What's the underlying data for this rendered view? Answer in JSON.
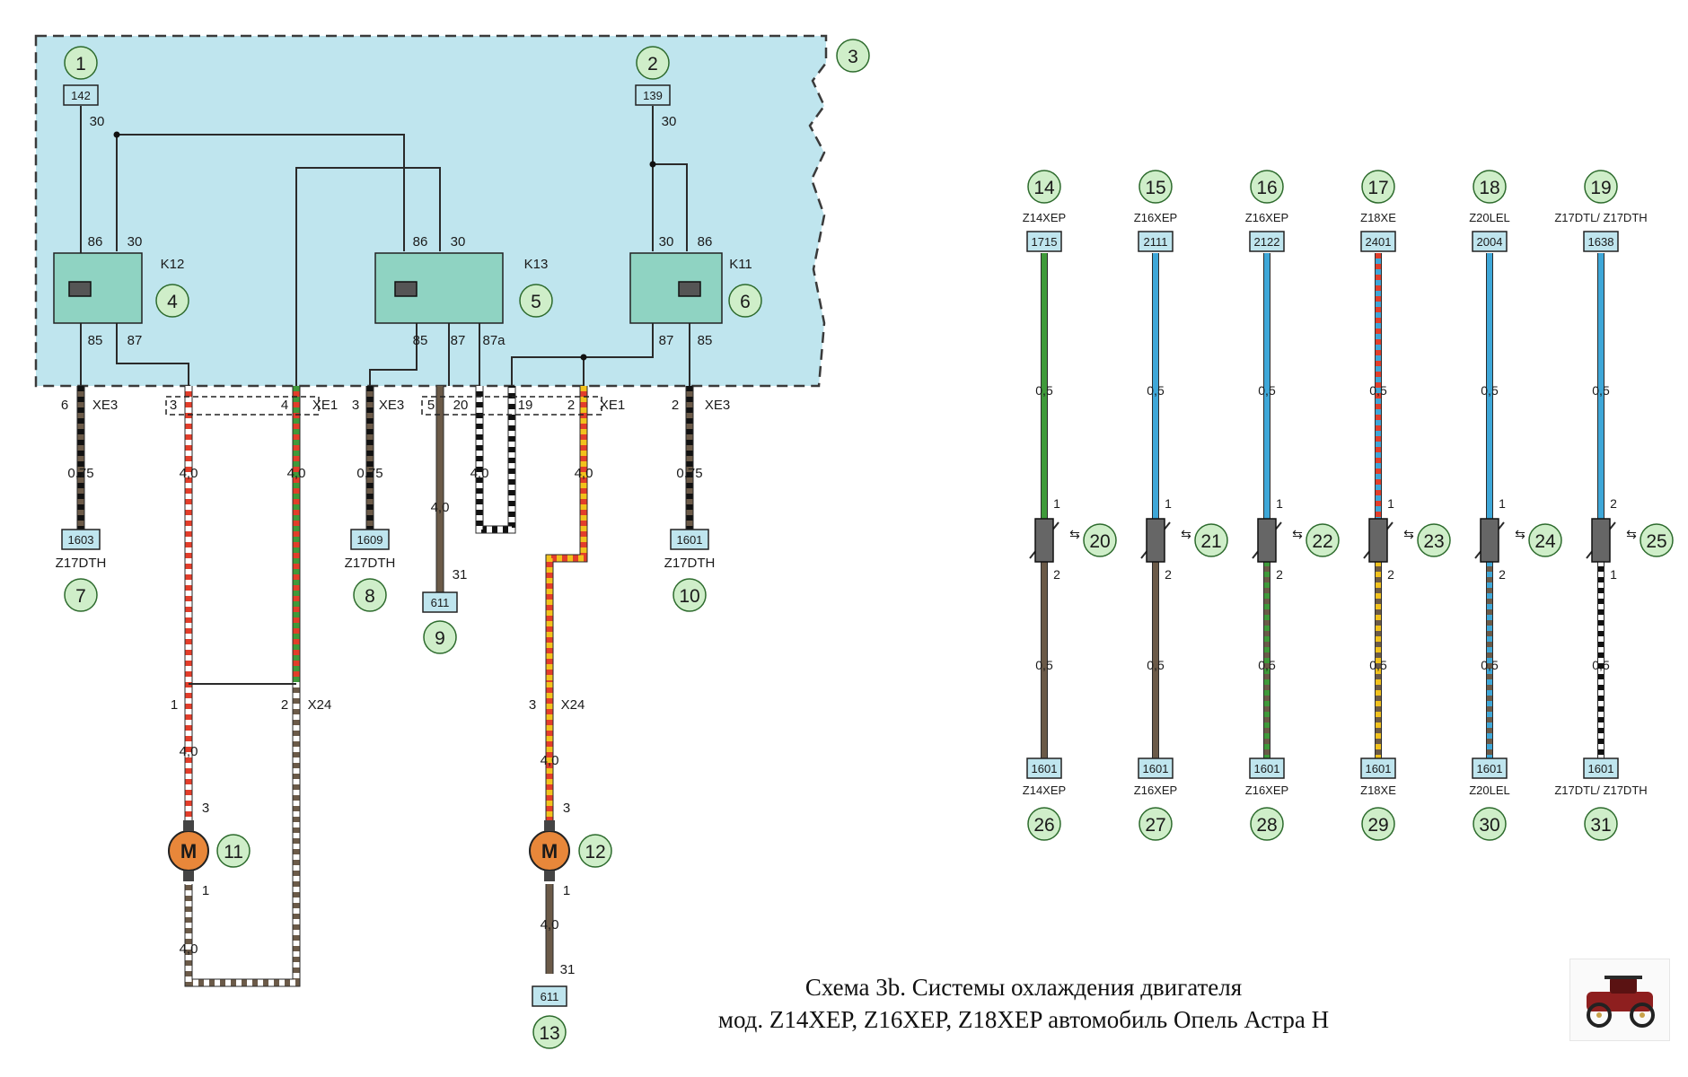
{
  "colors": {
    "panel": "#bfe5ee",
    "panel_border": "#3a3a3a",
    "callout_fill": "#cfeec9",
    "callout_stroke": "#2d6b2d",
    "box_fill": "#bfe5ee",
    "relay_fill": "#8fd3c2",
    "motor_fill": "#e8873a",
    "wire_brown": "#6b5a48",
    "wire_red": "#e33d2a",
    "wire_green": "#3f9a3a",
    "wire_blue": "#3ea7d8",
    "wire_yellow": "#f2c21c",
    "wire_black": "#111111"
  },
  "callouts": [
    {
      "label": "1"
    },
    {
      "label": "2"
    },
    {
      "label": "3"
    },
    {
      "label": "4"
    },
    {
      "label": "5"
    },
    {
      "label": "6"
    },
    {
      "label": "7"
    },
    {
      "label": "8"
    },
    {
      "label": "9"
    },
    {
      "label": "10"
    },
    {
      "label": "11"
    },
    {
      "label": "12"
    },
    {
      "label": "13"
    },
    {
      "label": "14"
    },
    {
      "label": "15"
    },
    {
      "label": "16"
    },
    {
      "label": "17"
    },
    {
      "label": "18"
    },
    {
      "label": "19"
    },
    {
      "label": "20"
    },
    {
      "label": "21"
    },
    {
      "label": "22"
    },
    {
      "label": "23"
    },
    {
      "label": "24"
    },
    {
      "label": "25"
    },
    {
      "label": "26"
    },
    {
      "label": "27"
    },
    {
      "label": "28"
    },
    {
      "label": "29"
    },
    {
      "label": "30"
    },
    {
      "label": "31"
    }
  ],
  "relays": [
    {
      "name": "K12",
      "pins": [
        "86",
        "30",
        "85",
        "87"
      ]
    },
    {
      "name": "K13",
      "pins": [
        "86",
        "30",
        "85",
        "87",
        "87a"
      ]
    },
    {
      "name": "K11",
      "pins": [
        "30",
        "86",
        "87",
        "85"
      ]
    }
  ],
  "boxes": [
    {
      "code": "142"
    },
    {
      "code": "139"
    },
    {
      "code": "1603"
    },
    {
      "code": "1609"
    },
    {
      "code": "611"
    },
    {
      "code": "1601"
    },
    {
      "code": "611"
    }
  ],
  "labels": [
    {
      "text": "30"
    },
    {
      "text": "30"
    },
    {
      "text": "6"
    },
    {
      "text": "XE3"
    },
    {
      "text": "3"
    },
    {
      "text": "4"
    },
    {
      "text": "XE1"
    },
    {
      "text": "3"
    },
    {
      "text": "XE3"
    },
    {
      "text": "5"
    },
    {
      "text": "20"
    },
    {
      "text": "19"
    },
    {
      "text": "2"
    },
    {
      "text": "XE1"
    },
    {
      "text": "2"
    },
    {
      "text": "XE3"
    },
    {
      "text": "0,75"
    },
    {
      "text": "4,0"
    },
    {
      "text": "4,0"
    },
    {
      "text": "0,75"
    },
    {
      "text": "4,0"
    },
    {
      "text": "4,0"
    },
    {
      "text": "4,0"
    },
    {
      "text": "0,75"
    },
    {
      "text": "31"
    },
    {
      "text": "Z17DTH"
    },
    {
      "text": "Z17DTH"
    },
    {
      "text": "Z17DTH"
    },
    {
      "text": "1"
    },
    {
      "text": "2"
    },
    {
      "text": "X24"
    },
    {
      "text": "3"
    },
    {
      "text": "X24"
    },
    {
      "text": "4,0"
    },
    {
      "text": "4,0"
    },
    {
      "text": "3"
    },
    {
      "text": "3"
    },
    {
      "text": "1"
    },
    {
      "text": "1"
    },
    {
      "text": "4,0"
    },
    {
      "text": "4,0"
    },
    {
      "text": "31"
    }
  ],
  "motors": [
    {
      "symbol": "M"
    },
    {
      "symbol": "M"
    }
  ],
  "sensors": [
    {
      "engine": "Z14XEP",
      "top_box": "1715",
      "bottom_box": "1601",
      "bottom_engine": "Z14XEP",
      "gauge_top": "0,5",
      "gauge_bottom": "0,5",
      "pin_top": "1",
      "pin_bottom": "2",
      "wire_top": [
        "#3f9a3a",
        "#3f9a3a"
      ],
      "wire_bottom": [
        "#6b5a48",
        "#6b5a48"
      ]
    },
    {
      "engine": "Z16XEP",
      "top_box": "2111",
      "bottom_box": "1601",
      "bottom_engine": "Z16XEP",
      "gauge_top": "0,5",
      "gauge_bottom": "0,5",
      "pin_top": "1",
      "pin_bottom": "2",
      "wire_top": [
        "#3ea7d8",
        "#3ea7d8"
      ],
      "wire_bottom": [
        "#6b5a48",
        "#6b5a48"
      ]
    },
    {
      "engine": "Z16XEP",
      "top_box": "2122",
      "bottom_box": "1601",
      "bottom_engine": "Z16XEP",
      "gauge_top": "0,5",
      "gauge_bottom": "0,5",
      "pin_top": "1",
      "pin_bottom": "2",
      "wire_top": [
        "#3ea7d8",
        "#3ea7d8"
      ],
      "wire_bottom": [
        "#6b5a48",
        "#3f9a3a"
      ]
    },
    {
      "engine": "Z18XE",
      "top_box": "2401",
      "bottom_box": "1601",
      "bottom_engine": "Z18XE",
      "gauge_top": "0,5",
      "gauge_bottom": "0,5",
      "pin_top": "1",
      "pin_bottom": "2",
      "wire_top": [
        "#3ea7d8",
        "#e33d2a"
      ],
      "wire_bottom": [
        "#6b5a48",
        "#f2c21c"
      ]
    },
    {
      "engine": "Z20LEL",
      "top_box": "2004",
      "bottom_box": "1601",
      "bottom_engine": "Z20LEL",
      "gauge_top": "0,5",
      "gauge_bottom": "0,5",
      "pin_top": "1",
      "pin_bottom": "2",
      "wire_top": [
        "#3ea7d8",
        "#3ea7d8"
      ],
      "wire_bottom": [
        "#6b5a48",
        "#3ea7d8"
      ]
    },
    {
      "engine": "Z17DTL/ Z17DTH",
      "top_box": "1638",
      "bottom_box": "1601",
      "bottom_engine": "Z17DTL/ Z17DTH",
      "gauge_top": "0,5",
      "gauge_bottom": "0,5",
      "pin_top": "2",
      "pin_bottom": "1",
      "wire_top": [
        "#3ea7d8",
        "#3ea7d8"
      ],
      "wire_bottom": [
        "#111111",
        "#ffffff"
      ]
    }
  ],
  "caption": {
    "line1": "Схема 3b. Системы охлаждения двигателя",
    "line2": "мод. Z14XEP, Z16XEP, Z18XEP автомобиль Опель Астра H"
  }
}
